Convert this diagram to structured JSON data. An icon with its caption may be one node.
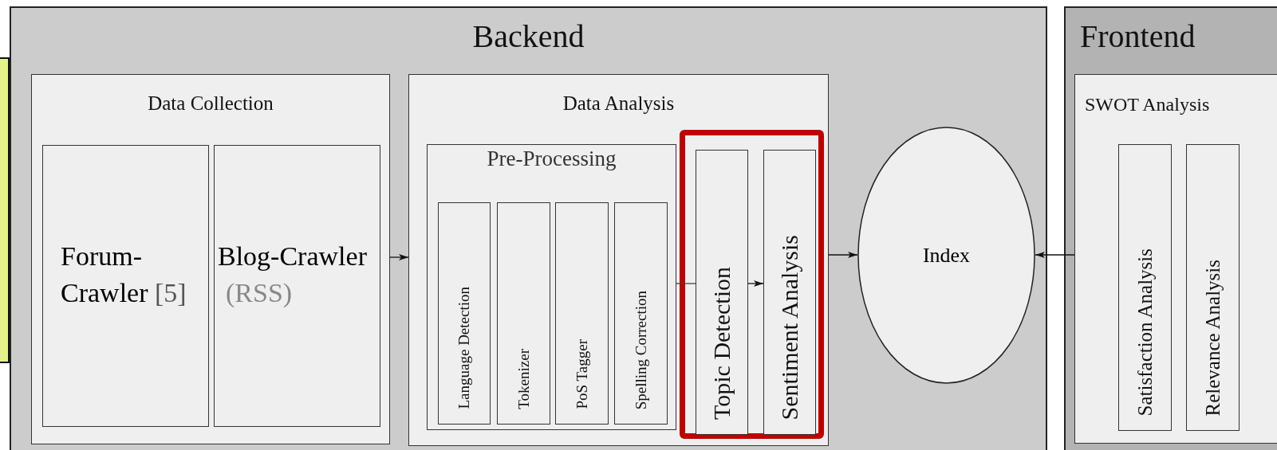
{
  "diagram": {
    "nodes": [
      {
        "text": [],
        "shape": "box"
      },
      {
        "text": [
          "Backend"
        ]
      },
      {
        "text": [
          "Data Collection"
        ],
        "in": 1
      },
      {
        "text": [
          "Forum-Crawler",
          "[5]"
        ],
        "in": 2
      },
      {
        "text": [
          "Blog-Crawler",
          "(RSS)"
        ],
        "in": 2
      },
      {
        "text": [
          "Data Analysis"
        ],
        "in": 1
      },
      {
        "text": [
          "Pre-Processing"
        ],
        "in": 5
      },
      {
        "text": [
          "Language Detection"
        ],
        "in": 6
      },
      {
        "text": [
          "Tokenizer"
        ],
        "in": 6
      },
      {
        "text": [
          "PoS Tagger"
        ],
        "in": 6
      },
      {
        "text": [
          "Spelling Correction"
        ],
        "in": 6
      },
      {
        "text": [],
        "shape": "box",
        "in": 5
      },
      {
        "text": [
          "Topic Detection"
        ],
        "in": 11
      },
      {
        "text": [
          "Sentiment Analysis"
        ],
        "in": 11
      },
      {
        "text": [
          "Index"
        ],
        "in": 1
      },
      {
        "text": [
          "Frontend"
        ]
      },
      {
        "text": [
          "SWOT Analysis"
        ],
        "in": 15
      },
      {
        "text": [
          "Satisfaction Analysis"
        ],
        "in": 16
      },
      {
        "text": [
          "Relevance Analysis"
        ],
        "in": 16
      }
    ],
    "edges": [
      {
        "from": 2,
        "to": 5,
        "arrow": "to"
      },
      {
        "from": 6,
        "to": 12,
        "arrow": "none"
      },
      {
        "from": 12,
        "to": 13,
        "arrow": "to"
      },
      {
        "from": 5,
        "to": 14,
        "arrow": "to"
      },
      {
        "from": 16,
        "to": 14,
        "arrow": "to"
      }
    ]
  }
}
